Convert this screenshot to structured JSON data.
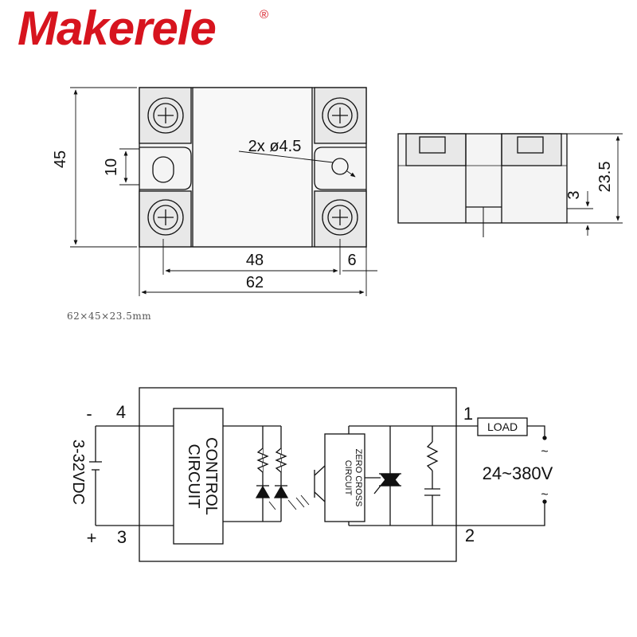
{
  "brand": {
    "name": "Makerele",
    "registered": "®",
    "color": "#d7141e"
  },
  "top_view": {
    "height_label": "45",
    "slot_label": "10",
    "hole_label": "2x ø4.5",
    "pitch_label": "48",
    "edge_label": "6",
    "width_label": "62"
  },
  "side_view": {
    "height_label": "23.5",
    "base_label": "3"
  },
  "size_note": "62×45×23.5mm",
  "schematic": {
    "pin_minus": "-",
    "pin_4": "4",
    "pin_plus": "+",
    "pin_3": "3",
    "input_voltage": "3-32VDC",
    "control_line1": "CONTROL",
    "control_line2": "CIRCUIT",
    "zero_line1": "ZERO CROSS",
    "zero_line2": "CIRCUIT",
    "pin_1": "1",
    "pin_2": "2",
    "load_label": "LOAD",
    "output_voltage": "24~380V",
    "tilde_top": "~",
    "tilde_bottom": "~"
  }
}
